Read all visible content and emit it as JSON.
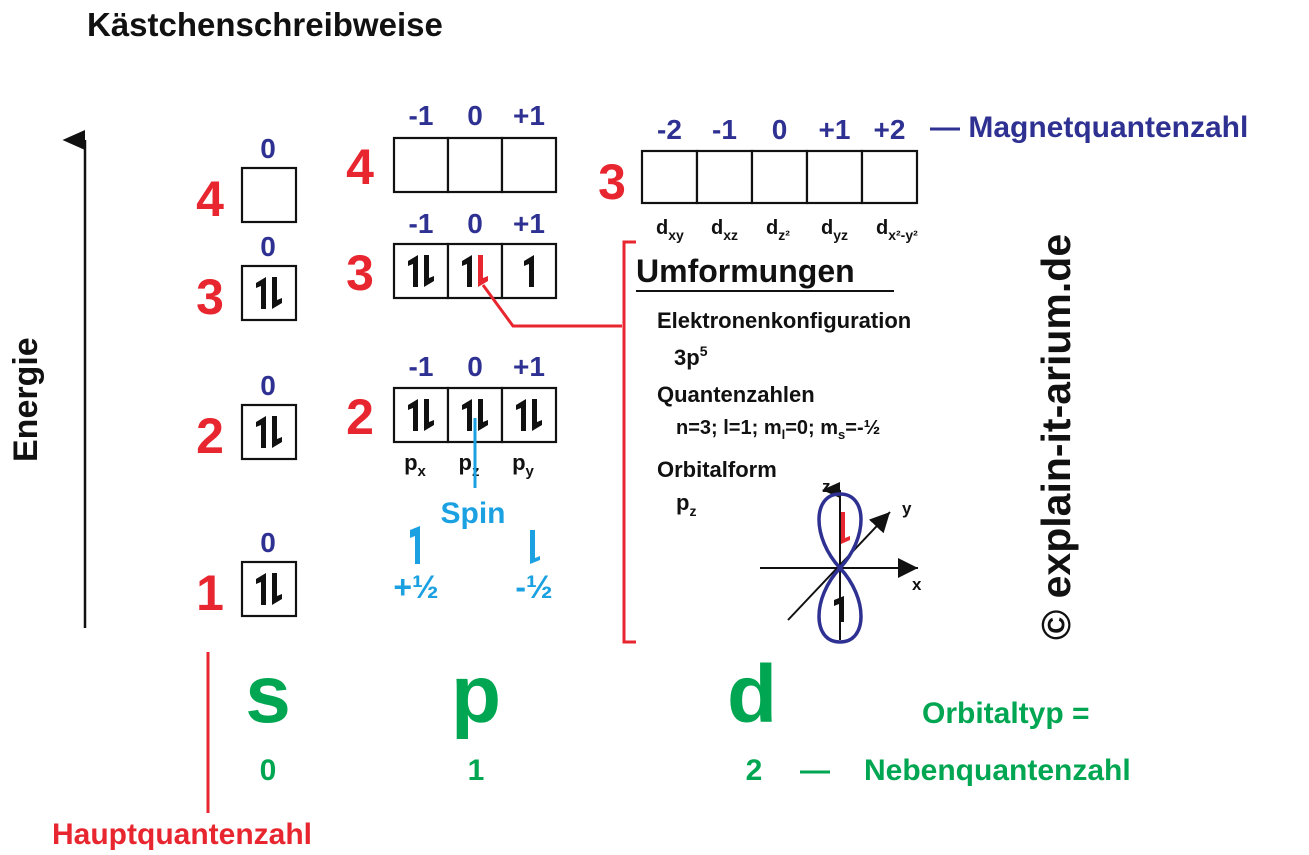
{
  "title": "Kästchenschreibweise",
  "energy_label": "Energie",
  "colors": {
    "red": "#e8262f",
    "blue": "#2e3192",
    "green": "#00a651",
    "cyan": "#1ba1e2",
    "black": "#111111"
  },
  "s_column": {
    "levels": [
      {
        "n": "4",
        "ml": "0",
        "filled": false
      },
      {
        "n": "3",
        "ml": "0",
        "filled": true
      },
      {
        "n": "2",
        "ml": "0",
        "filled": true
      },
      {
        "n": "1",
        "ml": "0",
        "filled": true
      }
    ]
  },
  "p_column": {
    "ml_labels": [
      "-1",
      "0",
      "+1"
    ],
    "levels": [
      {
        "n": "4",
        "state": "empty"
      },
      {
        "n": "3",
        "state": "3p5"
      },
      {
        "n": "2",
        "state": "full"
      }
    ],
    "orbital_labels": [
      "p",
      "p",
      "p"
    ],
    "orbital_subscripts": [
      "x",
      "z",
      "y"
    ]
  },
  "d_column": {
    "n": "3",
    "ml_labels": [
      "-2",
      "-1",
      "0",
      "+1",
      "+2"
    ],
    "orbital_labels": [
      "d",
      "d",
      "d",
      "d",
      "d"
    ],
    "orbital_subscripts": [
      "xy",
      "xz",
      "z²",
      "yz",
      "x²-y²"
    ]
  },
  "magnet_label": "— Magnetquantenzahl",
  "spin": {
    "label": "Spin",
    "up_value": "+½",
    "down_value": "-½"
  },
  "umformungen": {
    "heading": "Umformungen",
    "config_label": "Elektronenkonfiguration",
    "config_value": "3p",
    "config_sup": "5",
    "qz_label": "Quantenzahlen",
    "qz_value_a": "n=3; l=1; m",
    "qz_sub_l": "l",
    "qz_value_b": "=0; m",
    "qz_sub_s": "s",
    "qz_value_c": "=-½",
    "form_label": "Orbitalform",
    "form_value": "p",
    "form_sub": "z",
    "axes": [
      "z",
      "y",
      "x"
    ]
  },
  "orbital_types": [
    "s",
    "p",
    "d"
  ],
  "l_values": [
    "0",
    "1",
    "2"
  ],
  "orbitaltyp_label": "Orbitaltyp =",
  "neben_dash": "—",
  "neben_label": "Nebenquantenzahl",
  "haupt_label": "Hauptquantenzahl",
  "copyright": "© explain-it-arium.de"
}
